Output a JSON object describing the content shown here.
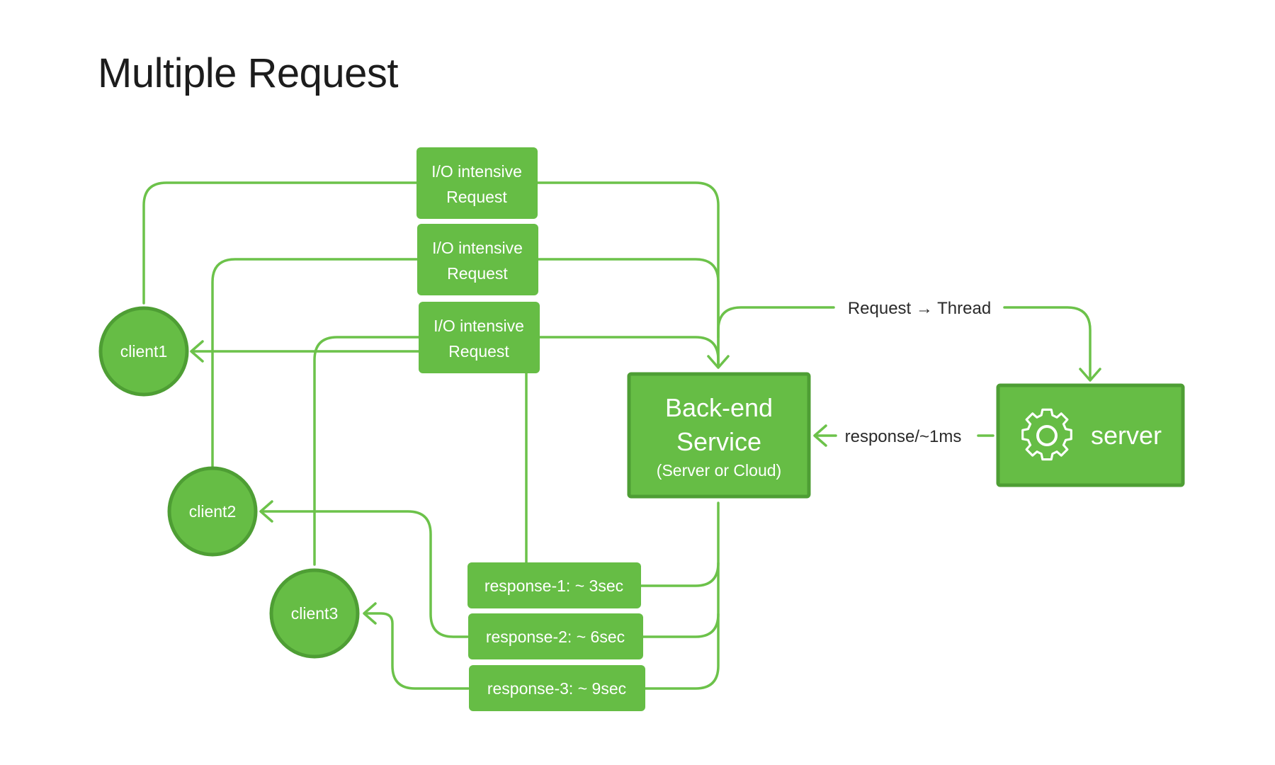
{
  "title": "Multiple Request",
  "colors": {
    "accent": "#66bd45",
    "accent_dark": "#4e9e34",
    "line": "#6cc24a",
    "text_dark": "#1c1c1c"
  },
  "clients": [
    {
      "label": "client1"
    },
    {
      "label": "client2"
    },
    {
      "label": "client3"
    }
  ],
  "requests": [
    {
      "line1": "I/O intensive",
      "line2": "Request"
    },
    {
      "line1": "I/O intensive",
      "line2": "Request"
    },
    {
      "line1": "I/O intensive",
      "line2": "Request"
    }
  ],
  "backend": {
    "line1": "Back-end",
    "line2": "Service",
    "line3": "(Server or Cloud)"
  },
  "server": {
    "label": "server",
    "icon": "gear-icon"
  },
  "edges": {
    "request_thread": "Request → Thread",
    "response_time": "response/~1ms"
  },
  "responses": [
    {
      "label": "response-1: ~ 3sec"
    },
    {
      "label": "response-2: ~ 6sec"
    },
    {
      "label": "response-3: ~ 9sec"
    }
  ]
}
